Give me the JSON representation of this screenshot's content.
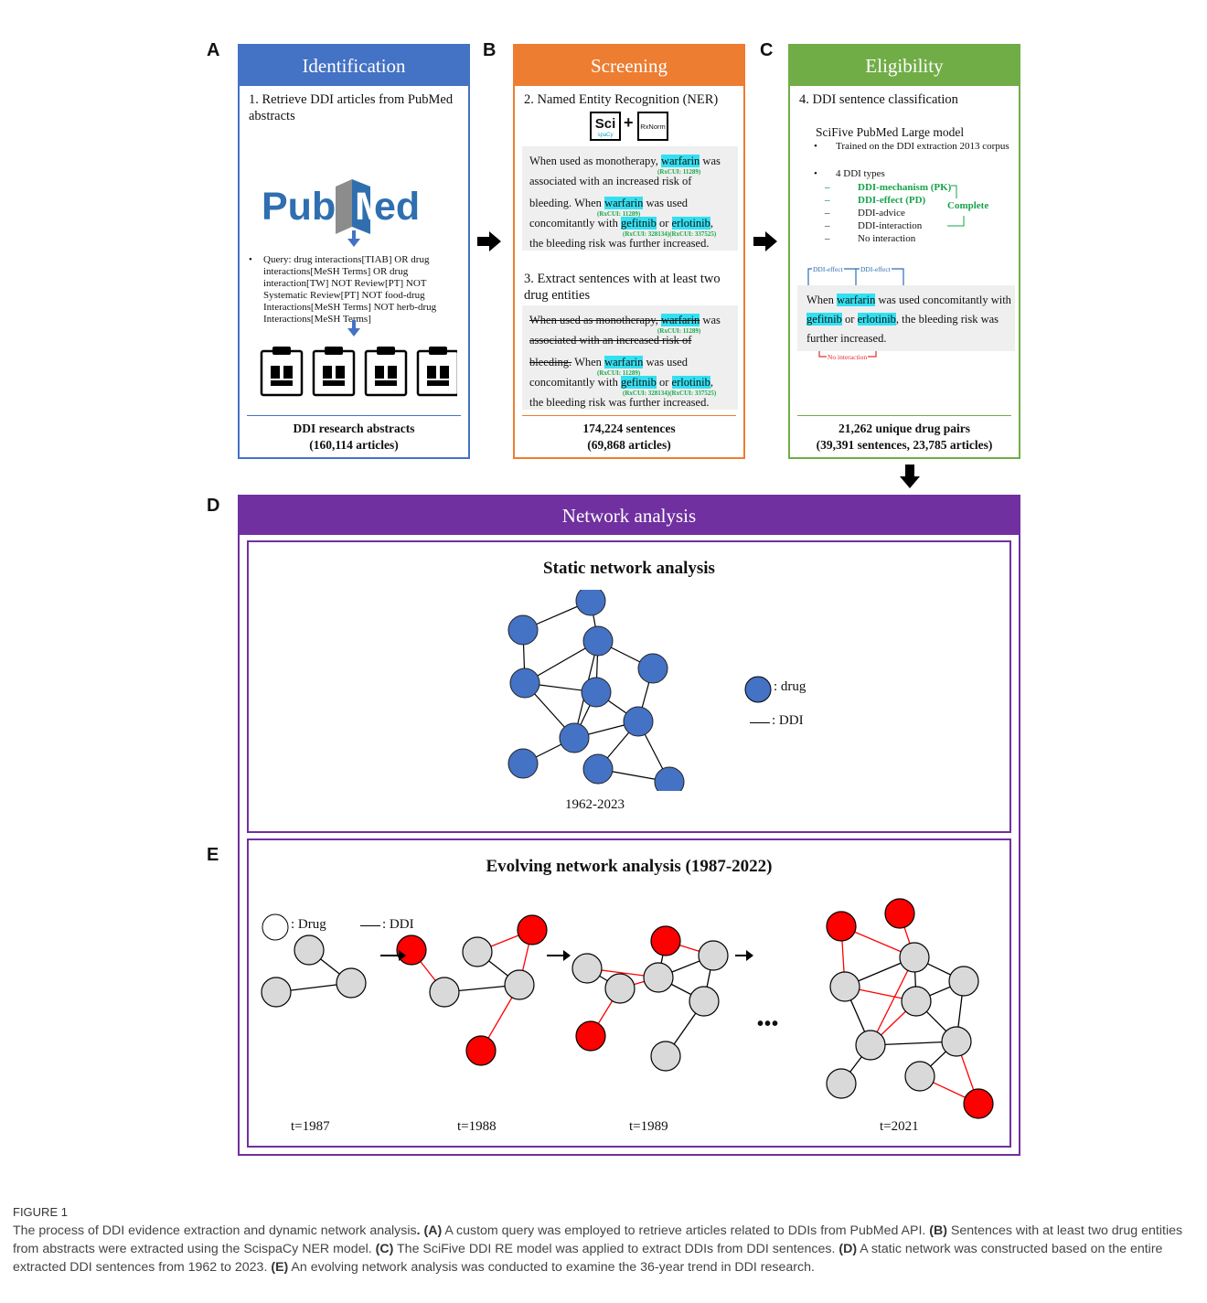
{
  "panels": {
    "a": {
      "letter": "A",
      "title": "Identification",
      "step": "1.   Retrieve DDI articles from PubMed abstracts",
      "logo": "PubMed",
      "query": "Query: drug interactions[TIAB] OR drug interactions[MeSH Terms] OR drug interaction[TW] NOT Review[PT] NOT Systematic Review[PT] NOT food-drug Interactions[MeSH Terms] NOT herb-drug Interactions[MeSH Terms]",
      "footer_line1": "DDI research abstracts",
      "footer_line2": "(160,114 articles)"
    },
    "b": {
      "letter": "B",
      "title": "Screening",
      "step2": "2.   Named Entity Recognition (NER)",
      "sci_logo": "Sci",
      "sci_sub": "spaCy",
      "rxnorm": "RxNorm",
      "plus": "+",
      "ex1": {
        "l1a": "When used as monotherapy, ",
        "w1": "warfarin",
        "l1b": " was",
        "l2": "associated with an increased risk of",
        "l3a": "bleeding. When ",
        "w2": "warfarin",
        "l3b": " was used",
        "l4a": "concomitantly with ",
        "w3": "gefitnib",
        "l4b": " or ",
        "w4": "erlotinib",
        "l4c": ",",
        "l5": "the bleeding risk was further increased.",
        "rx1": "(RxCUI: 11289)",
        "rx2": "(RxCUI: 11289)",
        "rx3": "(RxCUI: 328134)(RxCUI: 337525)"
      },
      "step3": "3.   Extract sentences with at least two drug entities",
      "ex2": {
        "l1a": "When used as monotherapy, ",
        "w1": "warfarin",
        "l1b": " was",
        "l2": "associated with an increased risk of",
        "l3a": "bleeding.",
        "l3b": " When ",
        "w2": "warfarin",
        "l3c": " was used",
        "l4a": "concomitantly with ",
        "w3": "gefitnib",
        "l4b": " or ",
        "w4": "erlotinib",
        "l4c": ",",
        "l5": "the bleeding risk was further increased.",
        "rx1": "(RxCUI: 11289)",
        "rx2": "(RxCUI: 11289)",
        "rx3": "(RxCUI: 328134)(RxCUI: 337525)"
      },
      "footer_line1": "174,224 sentences",
      "footer_line2": "(69,868 articles)"
    },
    "c": {
      "letter": "C",
      "title": "Eligibility",
      "step4": "4.   DDI sentence classification",
      "model": "SciFive PubMed Large model",
      "bullet1": "Trained on the DDI extraction 2013 corpus",
      "bullet2": "4 DDI types",
      "types": [
        "DDI-mechanism (PK)",
        "DDI-effect (PD)",
        "DDI-advice",
        "DDI-interaction",
        "No interaction"
      ],
      "complete": "Complete",
      "effect1": "DDI-effect",
      "effect2": "DDI-effect",
      "no_interaction": "No interaction",
      "sent": {
        "l1a": "When ",
        "w1": "warfarin",
        "l1b": " was used concomitantly with",
        "w2": "gefitnib",
        "l2a": " or ",
        "w3": "erlotinib",
        "l2b": ", the bleeding risk was",
        "l3": "further increased."
      },
      "footer_line1": "21,262 unique drug pairs",
      "footer_line2": "(39,391 sentences, 23,785 articles)"
    },
    "d": {
      "letter": "D",
      "title": "Network analysis",
      "static_title": "Static network analysis",
      "legend_drug": ": drug",
      "legend_ddi": ": DDI",
      "years": "1962-2023"
    },
    "e": {
      "letter": "E",
      "title": "Evolving network analysis (1987-2022)",
      "legend_drug": ": Drug",
      "legend_ddi": ": DDI",
      "ellipsis": "•••",
      "t1": "t=1987",
      "t2": "t=1988",
      "t3": "t=1989",
      "t4": "t=2021"
    }
  },
  "caption": {
    "label": "FIGURE 1",
    "text_1": "The process of DDI evidence extraction and dynamic network analysis",
    "dot": ".",
    "a_label": "(A)",
    "a_text": " A custom query was employed to retrieve articles related to DDIs from PubMed API. ",
    "b_label": "(B)",
    "b_text": " Sentences with at least two drug entities from abstracts were extracted using the ScispaCy NER model. ",
    "c_label": "(C)",
    "c_text": " The SciFive DDI RE model was applied to extract DDIs from DDI sentences. ",
    "d_label": "(D)",
    "d_text": " A static network was constructed based on the entire extracted DDI sentences from 1962 to 2023. ",
    "e_label": "(E)",
    "e_text": " An evolving network analysis was conducted to examine the 36-year trend in DDI research."
  },
  "colors": {
    "identification": "#4472c4",
    "screening": "#ed7d31",
    "eligibility": "#70ad47",
    "network": "#7030a0",
    "drug_node": "#4472c4",
    "new_node": "#ff0000",
    "old_node": "#d9d9d9"
  }
}
